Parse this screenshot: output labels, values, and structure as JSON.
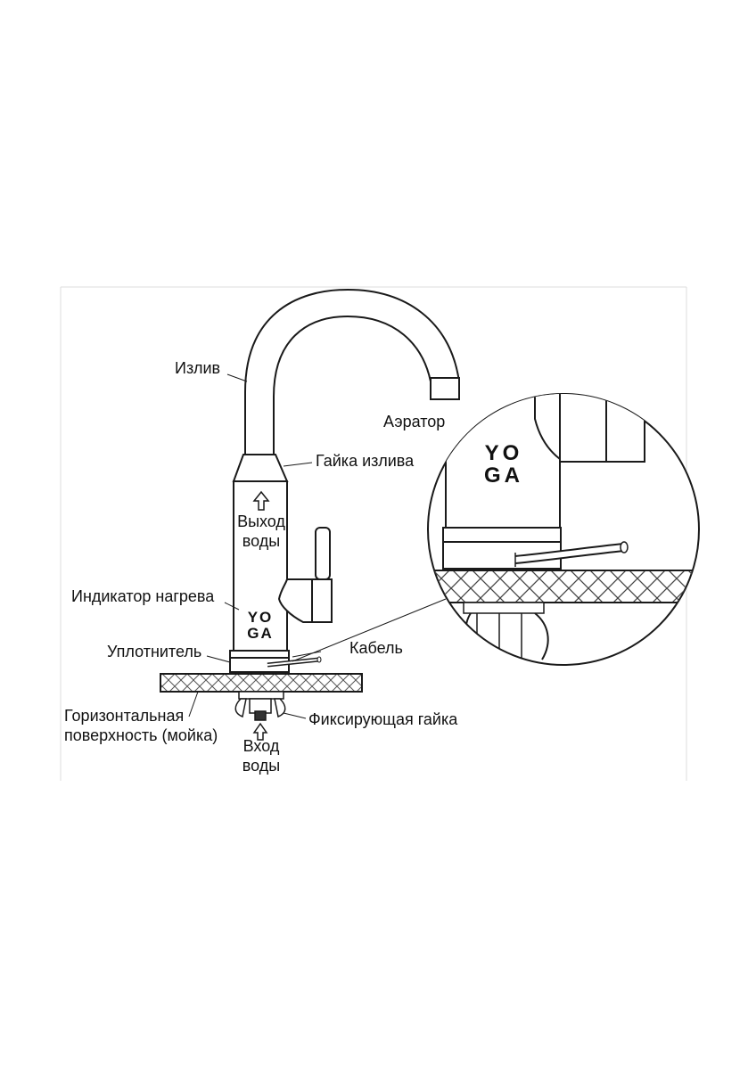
{
  "labels": {
    "spout": "Излив",
    "aerator": "Аэратор",
    "spout_nut": "Гайка излива",
    "water_out": [
      "Выход",
      "воды"
    ],
    "heat_indicator": "Индикатор нагрева",
    "seal": "Уплотнитель",
    "cable": "Кабель",
    "surface": [
      "Горизонтальная",
      "поверхность (мойка)"
    ],
    "fixing_nut": "Фиксирующая гайка",
    "water_in": [
      "Вход",
      "воды"
    ]
  },
  "brand": {
    "line1": "YO",
    "line2": "GA"
  },
  "colors": {
    "line": "#1a1a1a",
    "frame": "#d6d6d6",
    "hatch": "#555555"
  }
}
